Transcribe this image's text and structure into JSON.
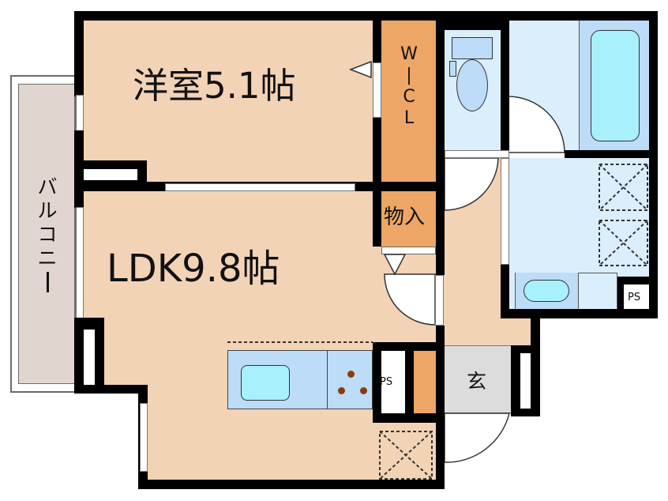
{
  "floorplan": {
    "rooms": {
      "western": {
        "label": "洋室5.1帖",
        "name": "洋室",
        "size_jo": 5.1
      },
      "ldk": {
        "label": "LDK9.8帖",
        "name": "LDK",
        "size_jo": 9.8
      },
      "wic": {
        "label_lines": [
          "W",
          "|",
          "C",
          "L"
        ],
        "label": "W|CL"
      },
      "storage": {
        "label": "物入"
      },
      "genkan": {
        "label": "玄"
      },
      "balcony": {
        "label": "バルコニー",
        "label_chars": [
          "バ",
          "ル",
          "コ",
          "ニ",
          "ー"
        ]
      },
      "ps_kitchen": {
        "label": "PS"
      },
      "ps_bath": {
        "label": "PS"
      }
    },
    "colors": {
      "living": "#f3d3b6",
      "storage": "#eda666",
      "wet_area": "#dbeefc",
      "fixture": "#bcdcf8",
      "water": "#a8f0fc",
      "genkan": "#dcdcdc",
      "balcony": "#e0d6cf",
      "wall": "#000000",
      "burner": "#8a3d0a"
    }
  }
}
